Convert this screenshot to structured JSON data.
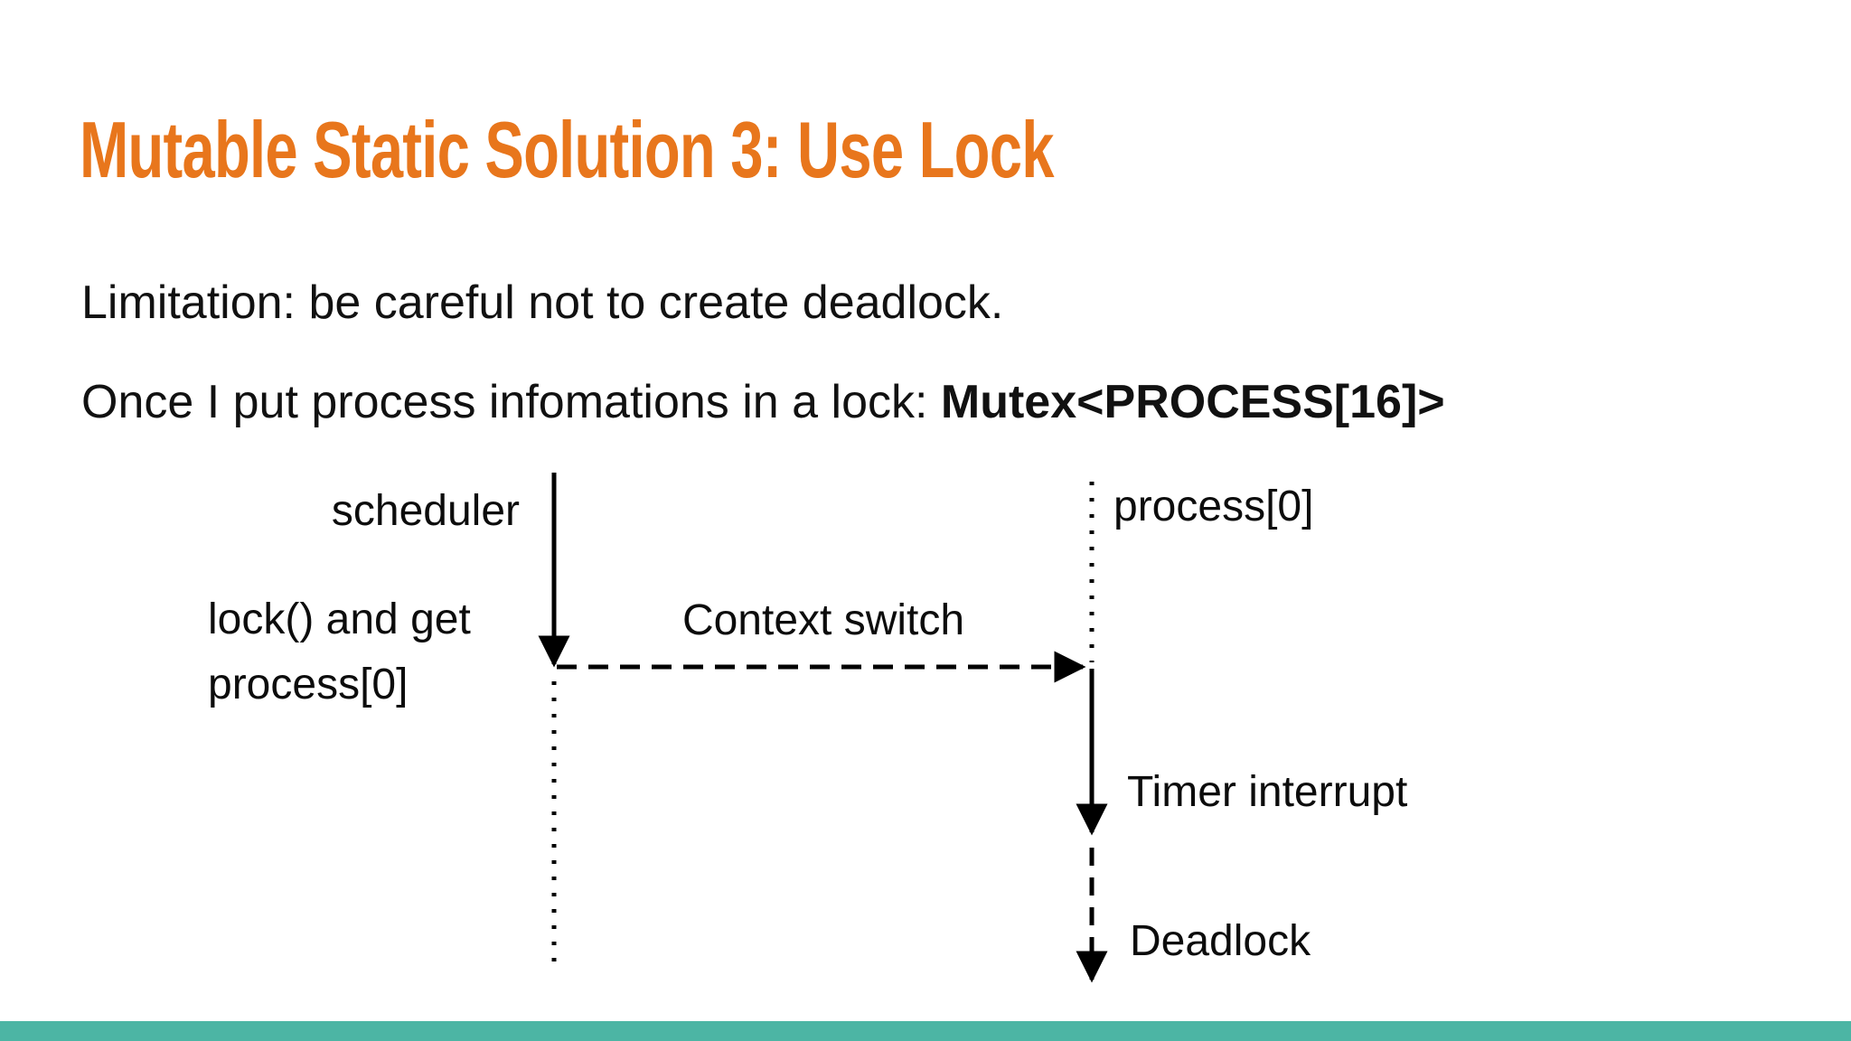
{
  "slide": {
    "title": "Mutable Static Solution 3: Use Lock",
    "line1": "Limitation: be careful not to create deadlock.",
    "line2_prefix": "Once I put process infomations in a lock: ",
    "line2_bold": "Mutex<PROCESS[16]>",
    "colors": {
      "title_orange": "#E8761C",
      "footer_teal": "#4CB5A4",
      "body_text": "#111111",
      "diagram_lines": "#000000"
    }
  },
  "diagram": {
    "scheduler_label": "scheduler",
    "process_label": "process[0]",
    "lock_note_line1": "lock() and get",
    "lock_note_line2": "process[0]",
    "context_switch_label": "Context switch",
    "timer_interrupt_label": "Timer interrupt",
    "deadlock_label": "Deadlock"
  }
}
